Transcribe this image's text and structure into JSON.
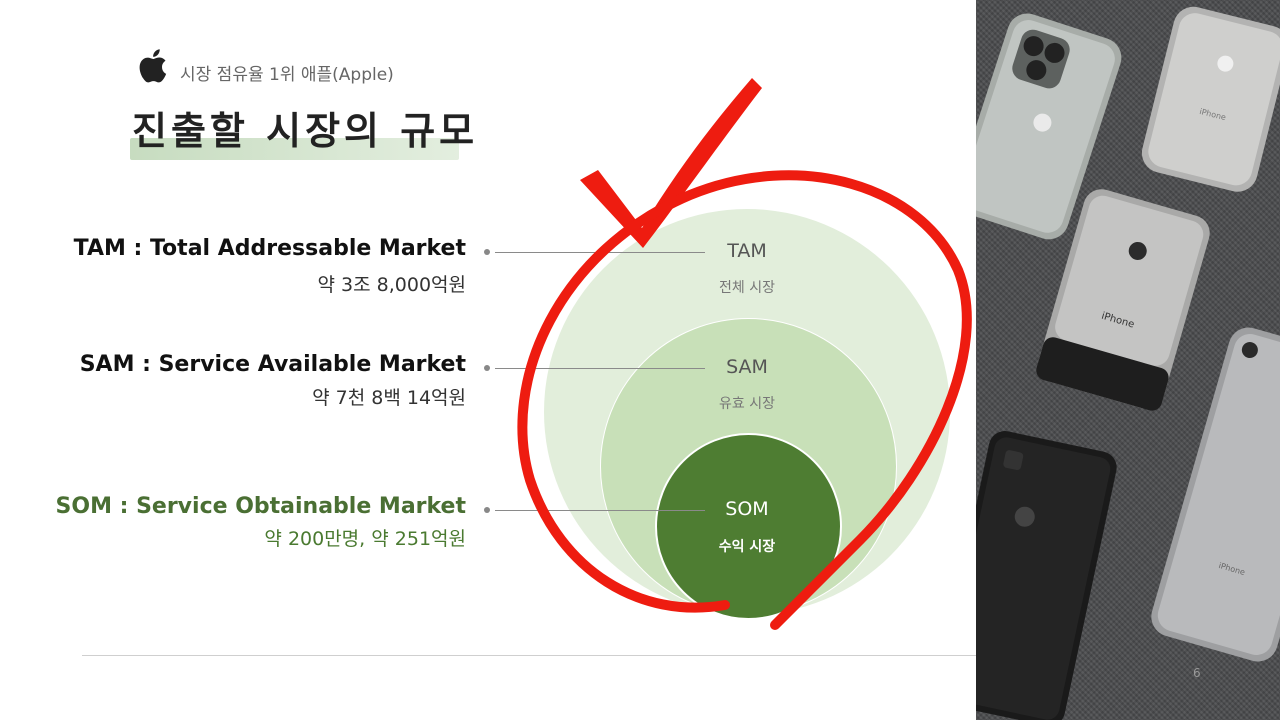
{
  "header": {
    "subtitle": "시장 점유율 1위 애플(Apple)",
    "title": "진출할 시장의 규모"
  },
  "rows": [
    {
      "title": "TAM : Total Addressable Market",
      "value": "약 3조 8,000억원"
    },
    {
      "title": "SAM : Service Available Market",
      "value": "약 7천 8백 14억원"
    },
    {
      "title": "SOM : Service Obtainable Market",
      "value": "약 200만명, 약 251억원"
    }
  ],
  "circles": {
    "tam": {
      "label": "TAM",
      "desc": "전체 시장"
    },
    "sam": {
      "label": "SAM",
      "desc": "유효 시장"
    },
    "som": {
      "label": "SOM",
      "desc": "수익 시장"
    }
  },
  "colors": {
    "tam_fill": "#e2eedb",
    "sam_fill": "#c8e0b8",
    "som_fill": "#4e7d32",
    "som_text": "#4a6f33",
    "annotation": "#ee1c10"
  },
  "page_number": "6",
  "photo_icon": "iphones-photo"
}
